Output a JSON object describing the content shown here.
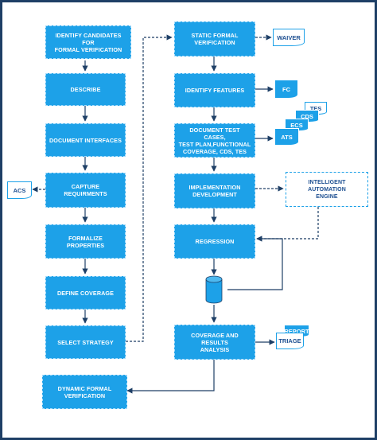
{
  "nodes": {
    "identify_candidates": "IDENTIFY CANDIDATES\nFOR\nFORMAL VERIFICATION",
    "describe": "DESCRIBE",
    "document_interfaces": "DOCUMENT INTERFACES",
    "capture_requirements": "CAPTURE REQUIRMENTS",
    "formalize_properties": "FORMALIZE PROPERTIES",
    "define_coverage": "DEFINE COVERAGE",
    "select_strategy": "SELECT STRATEGY",
    "dynamic_formal_verification": "DYNAMIC FORMAL\nVERIFICATION",
    "static_formal_verification": "STATIC FORMAL\nVERIFICATION",
    "identify_features": "IDENTIFY FEATURES",
    "document_test_cases": "DOCUMENT TEST CASES,\nTEST PLAN,FUNCTIONAL\nCOVERAGE, CDS, TES",
    "implementation_development": "IMPLEMENTATION\nDEVELOPMENT",
    "regression": "REGRESSION",
    "coverage_results_analysis": "COVERAGE AND RESULTS\nANALYSIS",
    "intelligent_automation_engine": "INTELLIGENT AUTOMATION\nENGINE"
  },
  "documents": {
    "acs": "ACS",
    "waiver": "WAIVER",
    "fc": "FC",
    "tes": "TES",
    "cds": "CDS",
    "ecs": "ECS",
    "ats": "ATS",
    "report": "REPORT",
    "triage": "TRIAGE"
  },
  "colors": {
    "box_fill": "#1da1e8",
    "connector": "#1e3f66",
    "frame": "#1e3f66",
    "database": "#1da1e8"
  }
}
